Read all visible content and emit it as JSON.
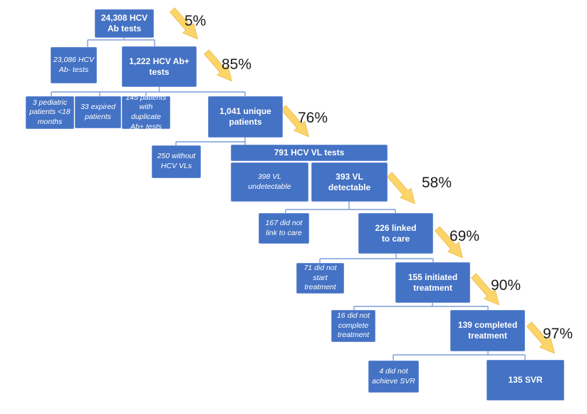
{
  "colors": {
    "box-blue": "#4472C4",
    "box-border": "#6f92d6",
    "connector-blue": "#7d9ed8",
    "arrow-gold": "#FBD56A",
    "arrow-gold-edge": "#F0C050",
    "percent-text": "#1b1b1b",
    "background": "#ffffff"
  },
  "diagram": {
    "nodes": [
      {
        "id": "hcv-ab-tests",
        "kind": "cascade",
        "label": "24,308 HCV\nAb tests"
      },
      {
        "id": "hcv-ab-negative",
        "kind": "exclusion",
        "label": "23,086 HCV\nAb- tests"
      },
      {
        "id": "hcv-ab-positive",
        "kind": "cascade",
        "label": "1,222 HCV Ab+\ntests"
      },
      {
        "id": "pediatric-excluded",
        "kind": "exclusion",
        "label": "3 pediatric\npatients <18\nmonths"
      },
      {
        "id": "expired-excluded",
        "kind": "exclusion",
        "label": "33 expired\npatients"
      },
      {
        "id": "duplicate-excluded",
        "kind": "exclusion",
        "label": "145 patients\nwith duplicate\nAb+ tests"
      },
      {
        "id": "unique-patients",
        "kind": "cascade",
        "label": "1,041 unique\npatients"
      },
      {
        "id": "without-vl",
        "kind": "exclusion",
        "label": "250 without\nHCV VLs"
      },
      {
        "id": "vl-tests",
        "kind": "cascade",
        "label": "791 HCV VL tests"
      },
      {
        "id": "vl-undetectable",
        "kind": "exclusion",
        "label": "398 VL\nundetectable"
      },
      {
        "id": "vl-detectable",
        "kind": "cascade",
        "label": "393 VL\ndetectable"
      },
      {
        "id": "not-linked",
        "kind": "exclusion",
        "label": "167 did not\nlink to care"
      },
      {
        "id": "linked-to-care",
        "kind": "cascade",
        "label": "226 linked\nto care"
      },
      {
        "id": "not-started",
        "kind": "exclusion",
        "label": "71 did not\nstart\ntreatment"
      },
      {
        "id": "initiated-treatment",
        "kind": "cascade",
        "label": "155 initiated\ntreatment"
      },
      {
        "id": "not-completed",
        "kind": "exclusion",
        "label": "16 did not\ncomplete\ntreatment"
      },
      {
        "id": "completed-treatment",
        "kind": "cascade",
        "label": "139 completed\ntreatment"
      },
      {
        "id": "no-svr",
        "kind": "exclusion",
        "label": "4 did not\nachieve SVR"
      },
      {
        "id": "svr",
        "kind": "cascade",
        "label": "135 SVR"
      }
    ],
    "drop_rates": [
      {
        "from": "hcv-ab-tests",
        "to": "hcv-ab-positive",
        "label": "5%"
      },
      {
        "from": "hcv-ab-positive",
        "to": "unique-patients",
        "label": "85%"
      },
      {
        "from": "unique-patients",
        "to": "vl-tests",
        "label": "76%"
      },
      {
        "from": "vl-detectable",
        "to": "linked-to-care",
        "label": "58%"
      },
      {
        "from": "linked-to-care",
        "to": "initiated-treatment",
        "label": "69%"
      },
      {
        "from": "initiated-treatment",
        "to": "completed-treatment",
        "label": "90%"
      },
      {
        "from": "completed-treatment",
        "to": "svr",
        "label": "97%"
      }
    ]
  }
}
